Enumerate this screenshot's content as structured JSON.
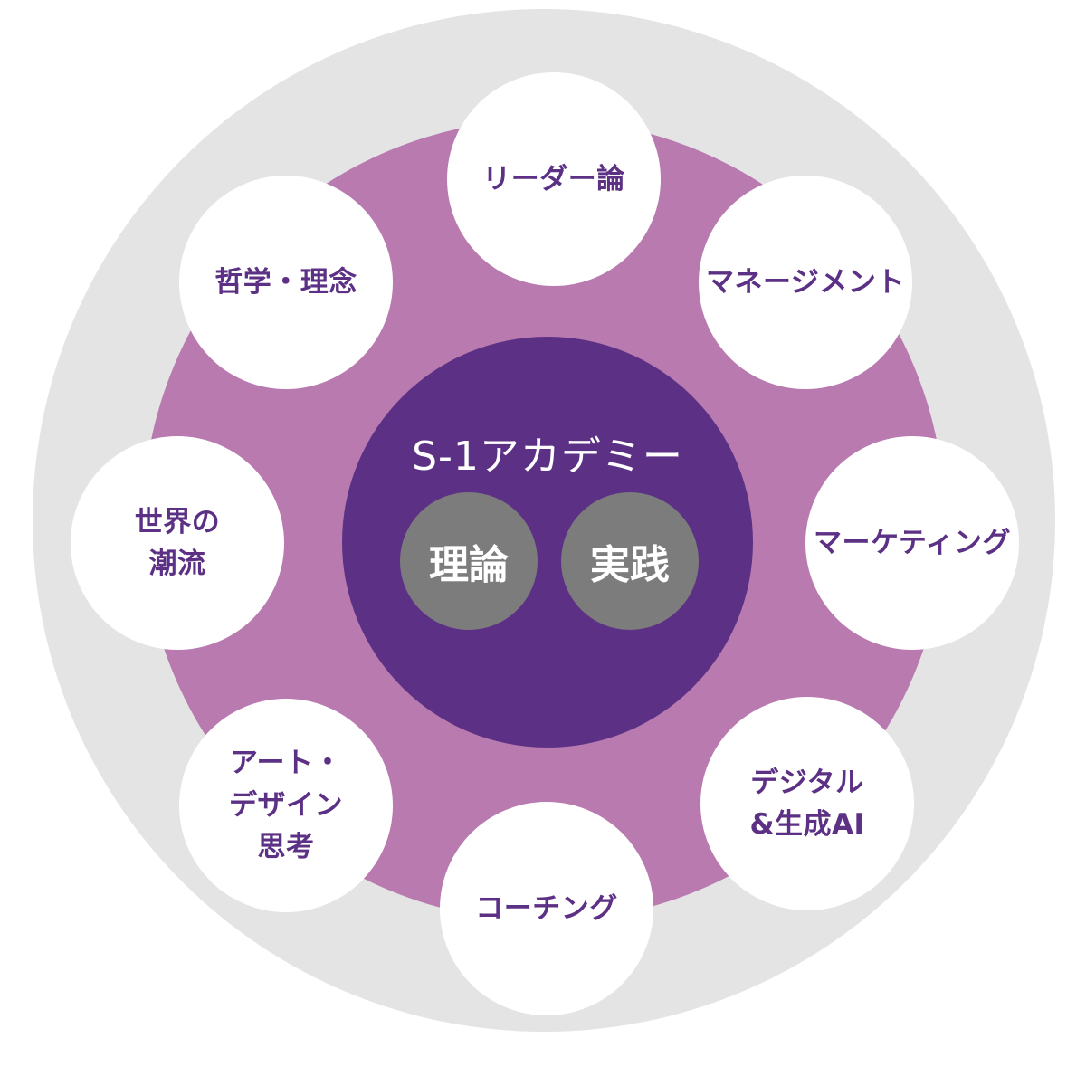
{
  "center": {
    "title": "S-1アカデミー",
    "pillars": [
      "理論",
      "実践"
    ]
  },
  "topics": [
    {
      "label": "リーダー論"
    },
    {
      "label": "マネージメント"
    },
    {
      "label": "マーケティング"
    },
    {
      "label": "デジタル\n&生成AI"
    },
    {
      "label": "コーチング"
    },
    {
      "label": "アート・\nデザイン\n思考"
    },
    {
      "label": "世界の\n潮流"
    },
    {
      "label": "哲学・理念"
    }
  ],
  "colors": {
    "outer_ring": "#e5e4e5",
    "middle_ring": "#b87aaf",
    "core": "#5c3185",
    "pillar": "#7d7c7c",
    "topic_bubble": "#ffffff",
    "topic_text": "#5c3185"
  }
}
